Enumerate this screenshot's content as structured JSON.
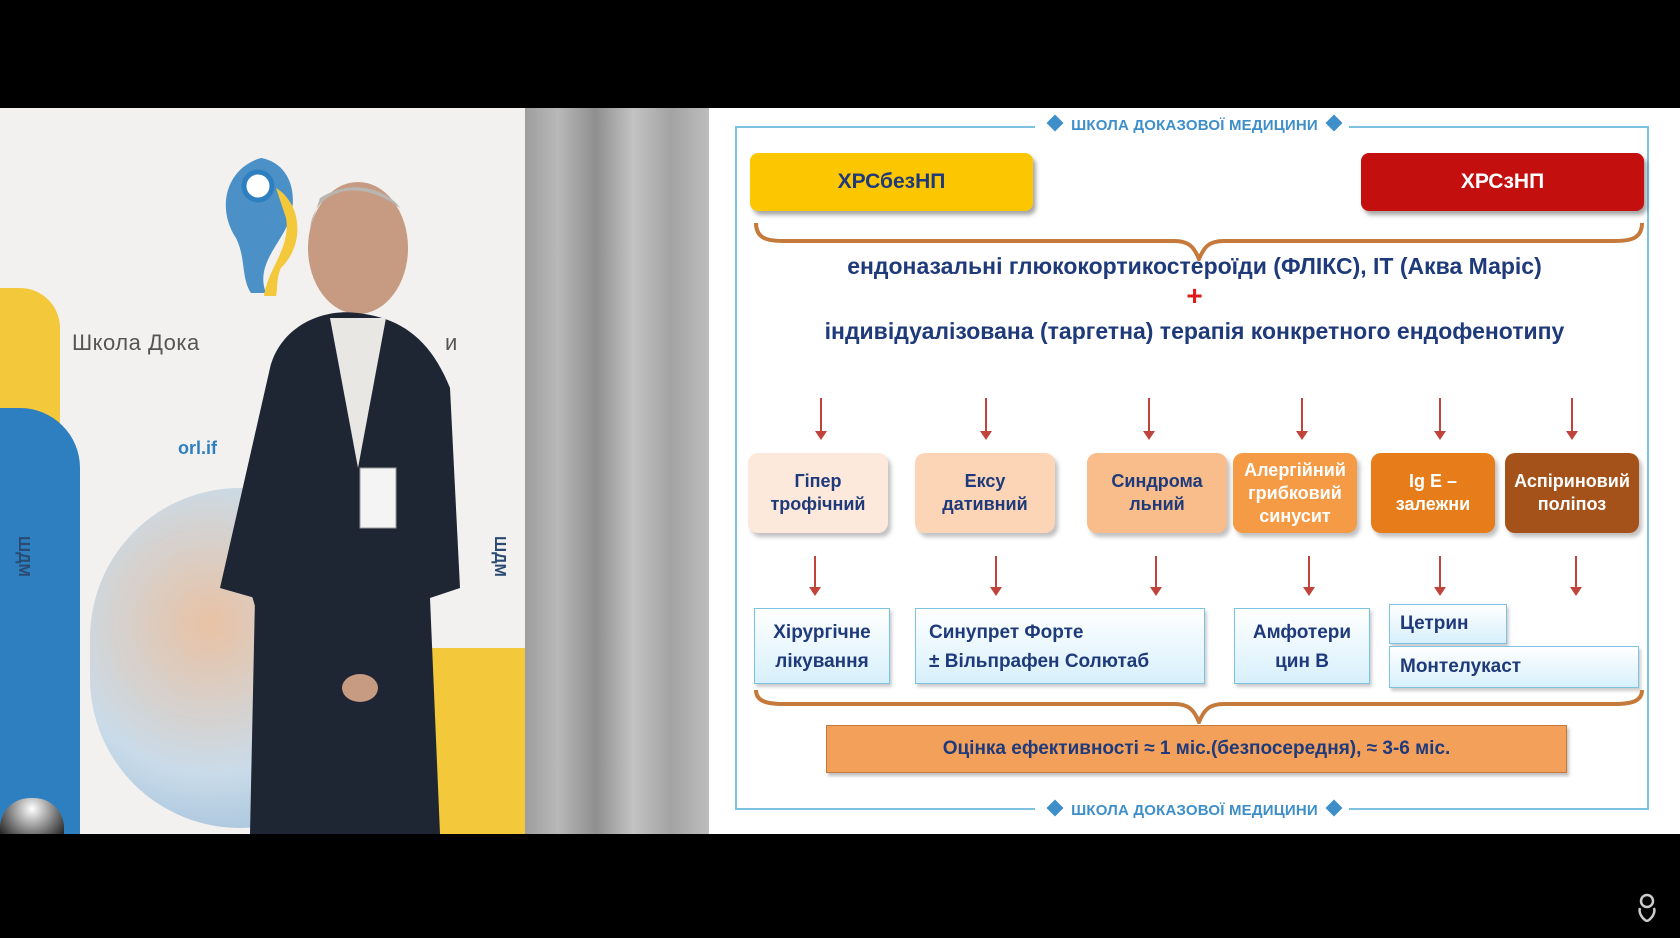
{
  "camera": {
    "banner_school_text": "Школа Дока",
    "banner_school_tail": "и",
    "banner_site_text": "orl.if",
    "banner_vertical_left": "ШДМ",
    "banner_vertical_right": "ШДМ"
  },
  "slide": {
    "brand_top": "ШКОЛА ДОКАЗОВОЇ МЕДИЦИНИ",
    "brand_bottom": "ШКОЛА ДОКАЗОВОЇ МЕДИЦИНИ",
    "left_header": "ХРСбезНП",
    "right_header": "ХРСзНП",
    "line1": "ендоназальні глюкокортикостероїди (ФЛІКС), ІТ (Аква Маріс)",
    "plus": "+",
    "line2": "індивідуалізована (таргетна) терапія конкретного ендофенотипу",
    "phenotypes": [
      {
        "label": "Гіпер\nтрофічний"
      },
      {
        "label": "Ексу\nдативний"
      },
      {
        "label": "Синдрома\nльний"
      },
      {
        "label": "Алергійний\nгрибковий\nсинусит"
      },
      {
        "label": "Ig E –\nзалежни"
      },
      {
        "label": "Аспіриновий\nполіпоз"
      }
    ],
    "treatments": {
      "surgery_line1": "Хірургічне",
      "surgery_line2": "лікування",
      "sinupret_line1": "Синупрет Форте",
      "sinupret_pm": "±",
      "sinupret_line2": "Вільпрафен Солютаб",
      "ampho_line1": "Амфотери",
      "ampho_line2": "цин В",
      "cetrin": "Цетрин",
      "montelukast": "Монтелукаст"
    },
    "evaluation": "Оцінка ефективності ≈ 1 міс.(безпосередня), ≈ 3-6 міс.",
    "colors": {
      "left_header_bg": "#fcc600",
      "right_header_bg": "#c40f0f",
      "brand": "#3e8fc9",
      "text_dark": "#1f3a7a",
      "arrow": "#c0433c"
    }
  }
}
